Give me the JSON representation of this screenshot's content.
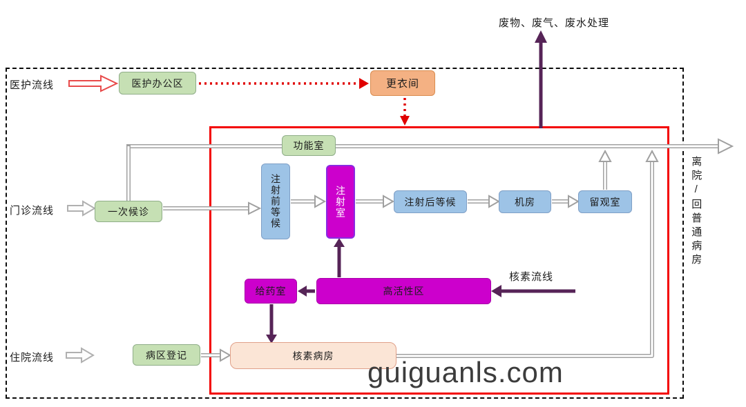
{
  "labels": {
    "waste_treatment": "废物、废气、废水处理",
    "staff_flow": "医护流线",
    "outpatient_flow": "门诊流线",
    "inpatient_flow": "住院流线",
    "nuclide_flow": "核素流线",
    "exit_route": "离院/回普通病房",
    "watermark": "guiguanls.com"
  },
  "boxes": {
    "staff_office": "医护办公区",
    "changing_room": "更衣间",
    "function_room": "功能室",
    "first_waiting": "一次候诊",
    "pre_injection_waiting": "注射前等候",
    "injection_room": "注射室",
    "post_injection_waiting": "注射后等候",
    "machine_room": "机房",
    "observation_room": "留观室",
    "dosing_room": "给药室",
    "high_activity_area": "高活性区",
    "nuclide_ward": "核素病房",
    "ward_registration": "病区登记"
  },
  "colors": {
    "green_box": "#c6e0b4",
    "blue_box": "#9dc3e6",
    "magenta_box": "#cc00cc",
    "orange_box": "#f4b183",
    "peach_box": "#fbe5d6",
    "red_zone_border": "#f30000",
    "red_flow": "#e00000",
    "purple_flow": "#562457",
    "gray_flow": "#a0a0a0"
  }
}
